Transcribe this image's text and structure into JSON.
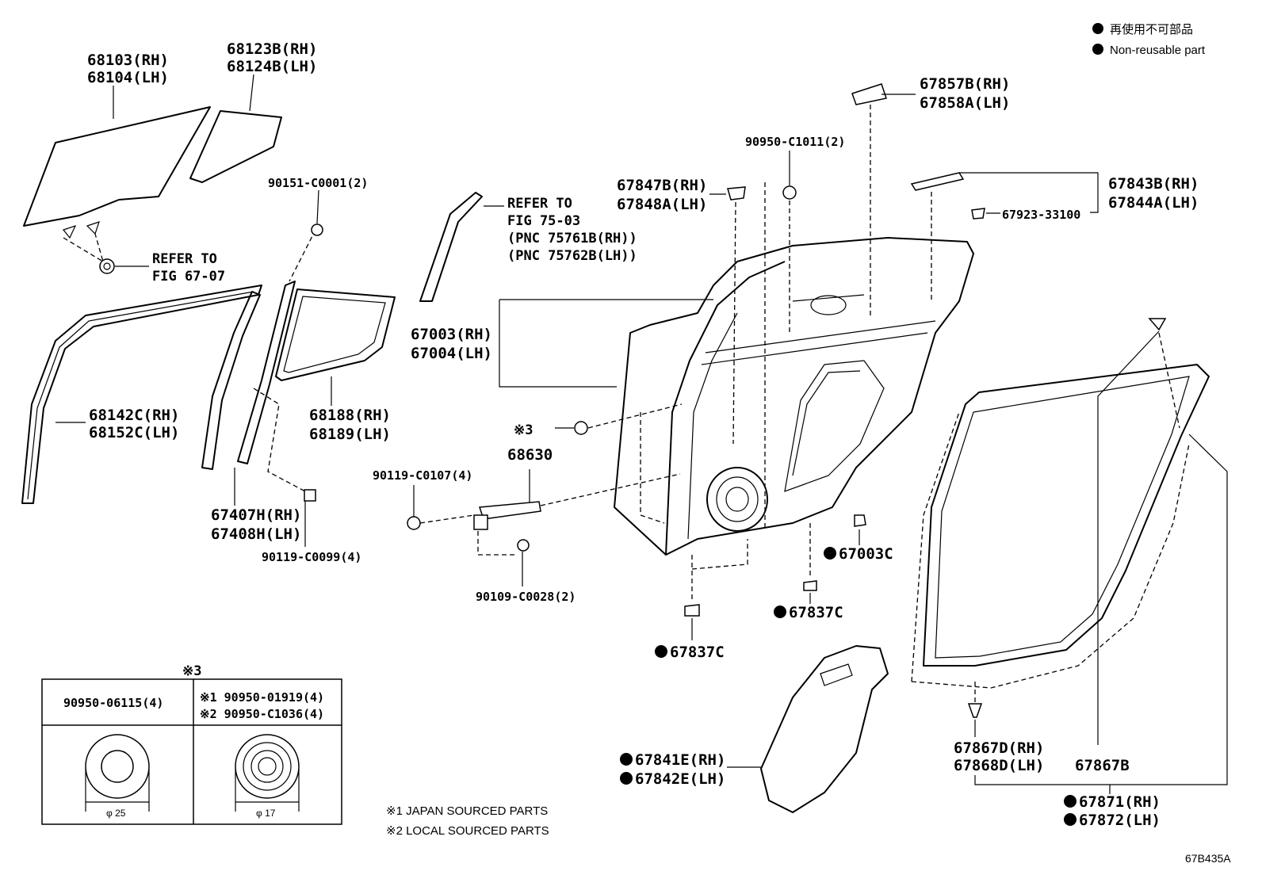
{
  "legend": {
    "japanese": "再使用不可部品",
    "english": "Non-reusable part"
  },
  "labels": {
    "p68103": "68103(RH)",
    "p68104": "68104(LH)",
    "p68123b": "68123B(RH)",
    "p68124b": "68124B(LH)",
    "p90151": "90151-C0001(2)",
    "refer1a": "REFER TO",
    "refer1b": "FIG 67-07",
    "refer2a": "REFER TO",
    "refer2b": "FIG 75-03",
    "refer2c": "(PNC 75761B(RH))",
    "refer2d": "(PNC 75762B(LH))",
    "p67857b": "67857B(RH)",
    "p67858a": "67858A(LH)",
    "p90950c1011": "90950-C1011(2)",
    "p67847b": "67847B(RH)",
    "p67848a": "67848A(LH)",
    "p67843b": "67843B(RH)",
    "p67844a": "67844A(LH)",
    "p67923": "67923-33100",
    "p67003": "67003(RH)",
    "p67004": "67004(LH)",
    "p68142c": "68142C(RH)",
    "p68152c": "68152C(LH)",
    "p68188": "68188(RH)",
    "p68189": "68189(LH)",
    "ref3": "※3",
    "p68630": "68630",
    "p90119c0107": "90119-C0107(4)",
    "p67407h": "67407H(RH)",
    "p67408h": "67408H(LH)",
    "p90119c0099": "90119-C0099(4)",
    "p67003c": "67003C",
    "p90109": "90109-C0028(2)",
    "p67837c_a": "67837C",
    "p67837c_b": "67837C",
    "p67841e": "67841E(RH)",
    "p67842e": "67842E(LH)",
    "p67867d": "67867D(RH)",
    "p67868d": "67868D(LH)",
    "p67867b": "67867B",
    "p67871": "67871(RH)",
    "p67872": "67872(LH)",
    "figure_id": "67B435A"
  },
  "inset": {
    "title": "※3",
    "col1_part": "90950-06115(4)",
    "col2_part1": "※1 90950-01919(4)",
    "col2_part2": "※2 90950-C1036(4)",
    "col1_dim": "φ 25",
    "col2_dim": "φ 17"
  },
  "notes": {
    "note1": "※1 JAPAN SOURCED PARTS",
    "note2": "※2 LOCAL SOURCED PARTS"
  }
}
